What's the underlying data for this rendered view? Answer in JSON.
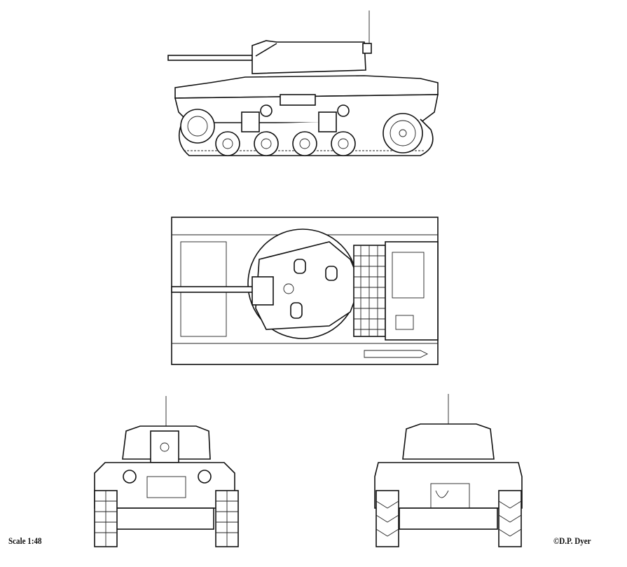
{
  "labels": {
    "scale": "Scale 1:48",
    "credit": "©D.P. Dyer"
  },
  "views": [
    "side",
    "top",
    "front",
    "rear"
  ]
}
